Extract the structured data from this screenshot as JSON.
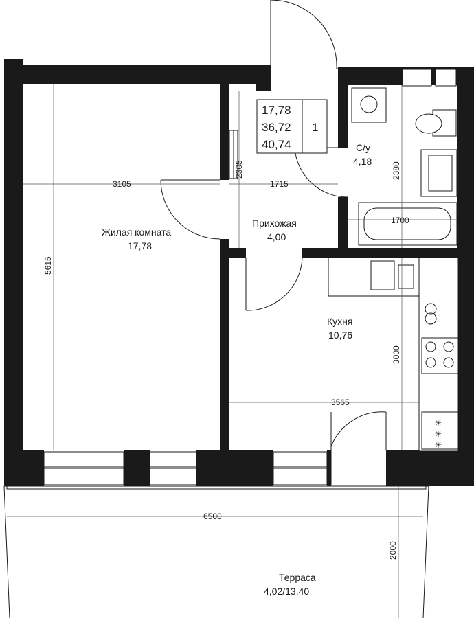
{
  "summary": {
    "living_area": "17,78",
    "total_area": "36,72",
    "total_with_terrace": "40,74",
    "rooms_count": "1"
  },
  "rooms": {
    "living": {
      "name": "Жилая комната",
      "area": "17,78"
    },
    "hall": {
      "name": "Прихожая",
      "area": "4,00"
    },
    "bathroom": {
      "name": "С/у",
      "area": "4,18"
    },
    "kitchen": {
      "name": "Кухня",
      "area": "10,76"
    },
    "terrace": {
      "name": "Терраса",
      "area": "4,02/13,40"
    }
  },
  "dimensions": {
    "living_width": "3105",
    "living_height": "5615",
    "hall_width": "1715",
    "hall_height": "2305",
    "bath_height": "2380",
    "bathtub_length": "1700",
    "kitchen_height": "3000",
    "kitchen_width": "3565",
    "terrace_width": "6500",
    "terrace_depth": "2000"
  }
}
